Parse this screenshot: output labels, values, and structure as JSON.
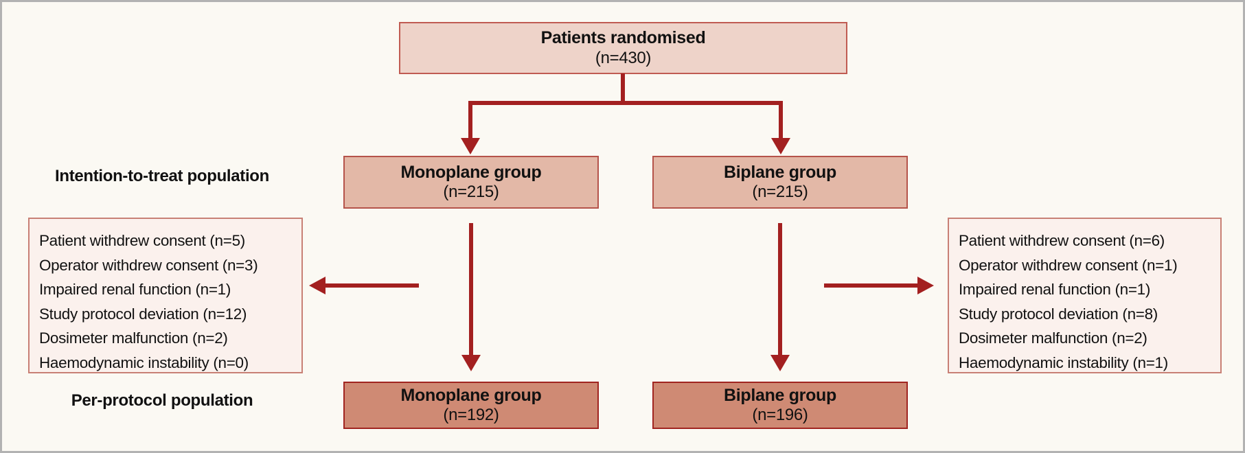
{
  "flow": {
    "top": {
      "title": "Patients randomised",
      "count": "(n=430)"
    },
    "itt_label": "Intention-to-treat population",
    "pp_label": "Per-protocol population",
    "itt": [
      {
        "title": "Monoplane group",
        "count": "(n=215)"
      },
      {
        "title": "Biplane group",
        "count": "(n=215)"
      }
    ],
    "pp": [
      {
        "title": "Monoplane group",
        "count": "(n=192)"
      },
      {
        "title": "Biplane group",
        "count": "(n=196)"
      }
    ],
    "exclusions_left": [
      "Patient withdrew consent (n=5)",
      "Operator withdrew consent (n=3)",
      "Impaired renal function (n=1)",
      "Study protocol deviation (n=12)",
      "Dosimeter malfunction (n=2)",
      "Haemodynamic instability (n=0)"
    ],
    "exclusions_right": [
      "Patient withdrew consent (n=6)",
      "Operator withdrew consent (n=1)",
      "Impaired renal function (n=1)",
      "Study protocol deviation (n=8)",
      "Dosimeter malfunction (n=2)",
      "Haemodynamic instability (n=1)"
    ]
  },
  "colors": {
    "bg": "#fbf9f3",
    "frame": "#b2b2b2",
    "arrow": "#a32020",
    "top-fill": "#eed3c9",
    "top-border": "#c05b52",
    "itt-fill": "#e3b8a7",
    "itt-border": "#b5534a",
    "pp-fill": "#cf8a74",
    "pp-border": "#a02420",
    "excl-fill": "#fbf1ed",
    "excl-border": "#c88075",
    "text": "#111111"
  }
}
